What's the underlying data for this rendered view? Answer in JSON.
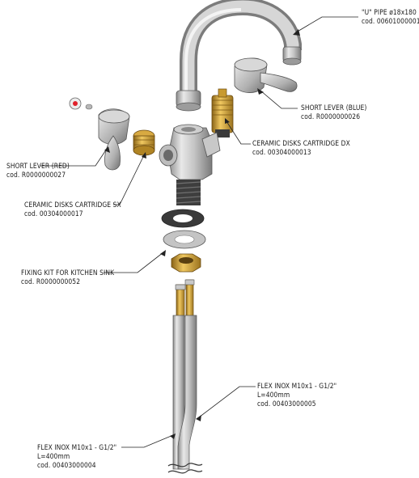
{
  "labels": {
    "u_pipe": {
      "name": "\"U\" PIPE ø18x180",
      "lines": [],
      "code": "cod. 00601000001"
    },
    "lever_blue": {
      "name": "SHORT LEVER (BLUE)",
      "lines": [],
      "code": "cod. R0000000026"
    },
    "cartridge_dx": {
      "name": "CERAMIC DISKS CARTRIDGE DX",
      "lines": [],
      "code": "cod. 00304000013"
    },
    "lever_red": {
      "name": "SHORT LEVER (RED)",
      "lines": [],
      "code": "cod. R0000000027"
    },
    "cartridge_sx": {
      "name": "CERAMIC DISKS CARTRIDGE SX",
      "lines": [],
      "code": "cod. 00304000017"
    },
    "fixing_kit": {
      "name": "FIXING KIT FOR KITCHEN SINK",
      "lines": [],
      "code": "cod. R0000000052"
    },
    "flex_right": {
      "name": "FLEX INOX M10x1 - G1/2\"",
      "lines": [
        "L=400mm"
      ],
      "code": "cod. 00403000005"
    },
    "flex_left": {
      "name": "FLEX INOX M10x1 - G1/2\"",
      "lines": [
        "L=400mm"
      ],
      "code": "cod. 00403000004"
    }
  },
  "colors": {
    "steel_light": "#e6e6e6",
    "steel_mid": "#b4b4b4",
    "steel_dark": "#6e6e6e",
    "brass": "#d4a43a",
    "brass_dark": "#8a6418",
    "gasket_black": "#3a3a3a",
    "cap_red": "#e0202a",
    "leader_line": "#222222"
  }
}
